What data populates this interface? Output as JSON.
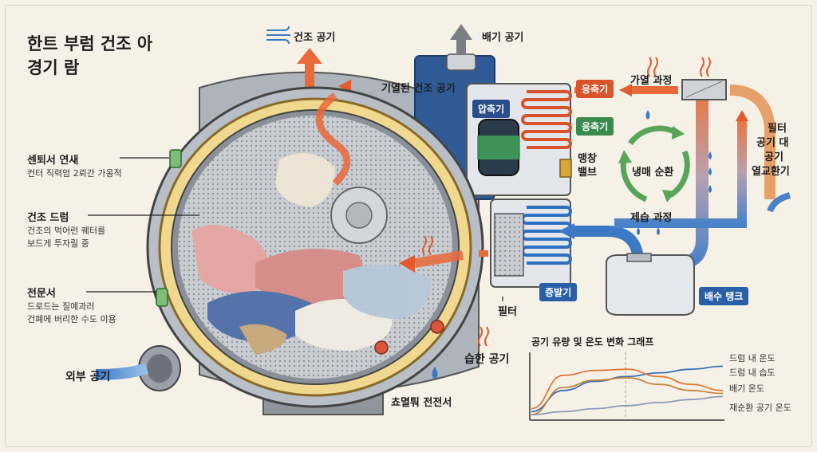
{
  "title_line1": "한트 부럼 건조 아",
  "title_line2": "경기 람",
  "left_labels": {
    "sensor": "센퇴서 연새",
    "sensor_sub": "컨터 직력엄 2뢰간 가옹적",
    "drum": "건조 드럼",
    "drum_sub1": "건조의 먹어런 퀘터를",
    "drum_sub2": "보드게 투자릴 중",
    "motor": "전문서",
    "motor_sub1": "드로드는 질예과러",
    "motor_sub2": "건폐에 버리한 수도 이용",
    "outside_air": "외부 공기"
  },
  "top_labels": {
    "dry_air": "건조 공기",
    "exhaust_air": "배기 공기",
    "heated_dry_air": "기열된 건조 공기"
  },
  "components": {
    "compressor": "압축기",
    "condenser1": "응축기",
    "condenser2": "응축기",
    "expansion_valve_1": "맹창",
    "expansion_valve_2": "밸브",
    "evaporator": "증발기",
    "filter": "필터",
    "humid_air": "습한 공기",
    "bottom_sensor": "쵸멸퉈 전전서",
    "refrigerant_cycle": "냉매 순환",
    "heating_process": "가열 과정",
    "dehumid_process": "제습 과정",
    "drain_tank": "배수 탱크",
    "filter_right_1": "필터",
    "filter_right_2": "공기 대",
    "filter_right_3": "공기",
    "filter_right_4": "열교환기"
  },
  "colors": {
    "warm": "#e8693a",
    "cool": "#3b79c4",
    "condenser_badge": "#d9542b",
    "condenser_badge2": "#3a8a4e",
    "compressor_badge": "#2a4d8c",
    "evaporator_badge": "#2a5fa8",
    "drain_badge": "#2a5fa8",
    "cycle_arrow": "#58a55a"
  },
  "chart_data": {
    "type": "line",
    "title": "공기 유량 및 온도 변화 그래프",
    "xlabel": "",
    "ylabel": "",
    "x": [
      0,
      1,
      2,
      3,
      4,
      5,
      6
    ],
    "series": [
      {
        "name": "드럼 내 온도",
        "color": "#3b6fb5",
        "values": [
          0.1,
          0.45,
          0.6,
          0.68,
          0.74,
          0.8,
          0.85
        ]
      },
      {
        "name": "드럼 내 습도",
        "color": "#e07a3a",
        "values": [
          0.15,
          0.7,
          0.78,
          0.8,
          0.68,
          0.55,
          0.45
        ]
      },
      {
        "name": "배기 온도",
        "color": "#c8843b",
        "values": [
          0.05,
          0.5,
          0.62,
          0.66,
          0.55,
          0.45,
          0.4
        ]
      },
      {
        "name": "재순환 공기 온도",
        "color": "#8a9ab8",
        "values": [
          0.05,
          0.1,
          0.15,
          0.2,
          0.25,
          0.3,
          0.35
        ]
      }
    ],
    "ylim": [
      0,
      1
    ],
    "grid": false,
    "legend": "right"
  }
}
